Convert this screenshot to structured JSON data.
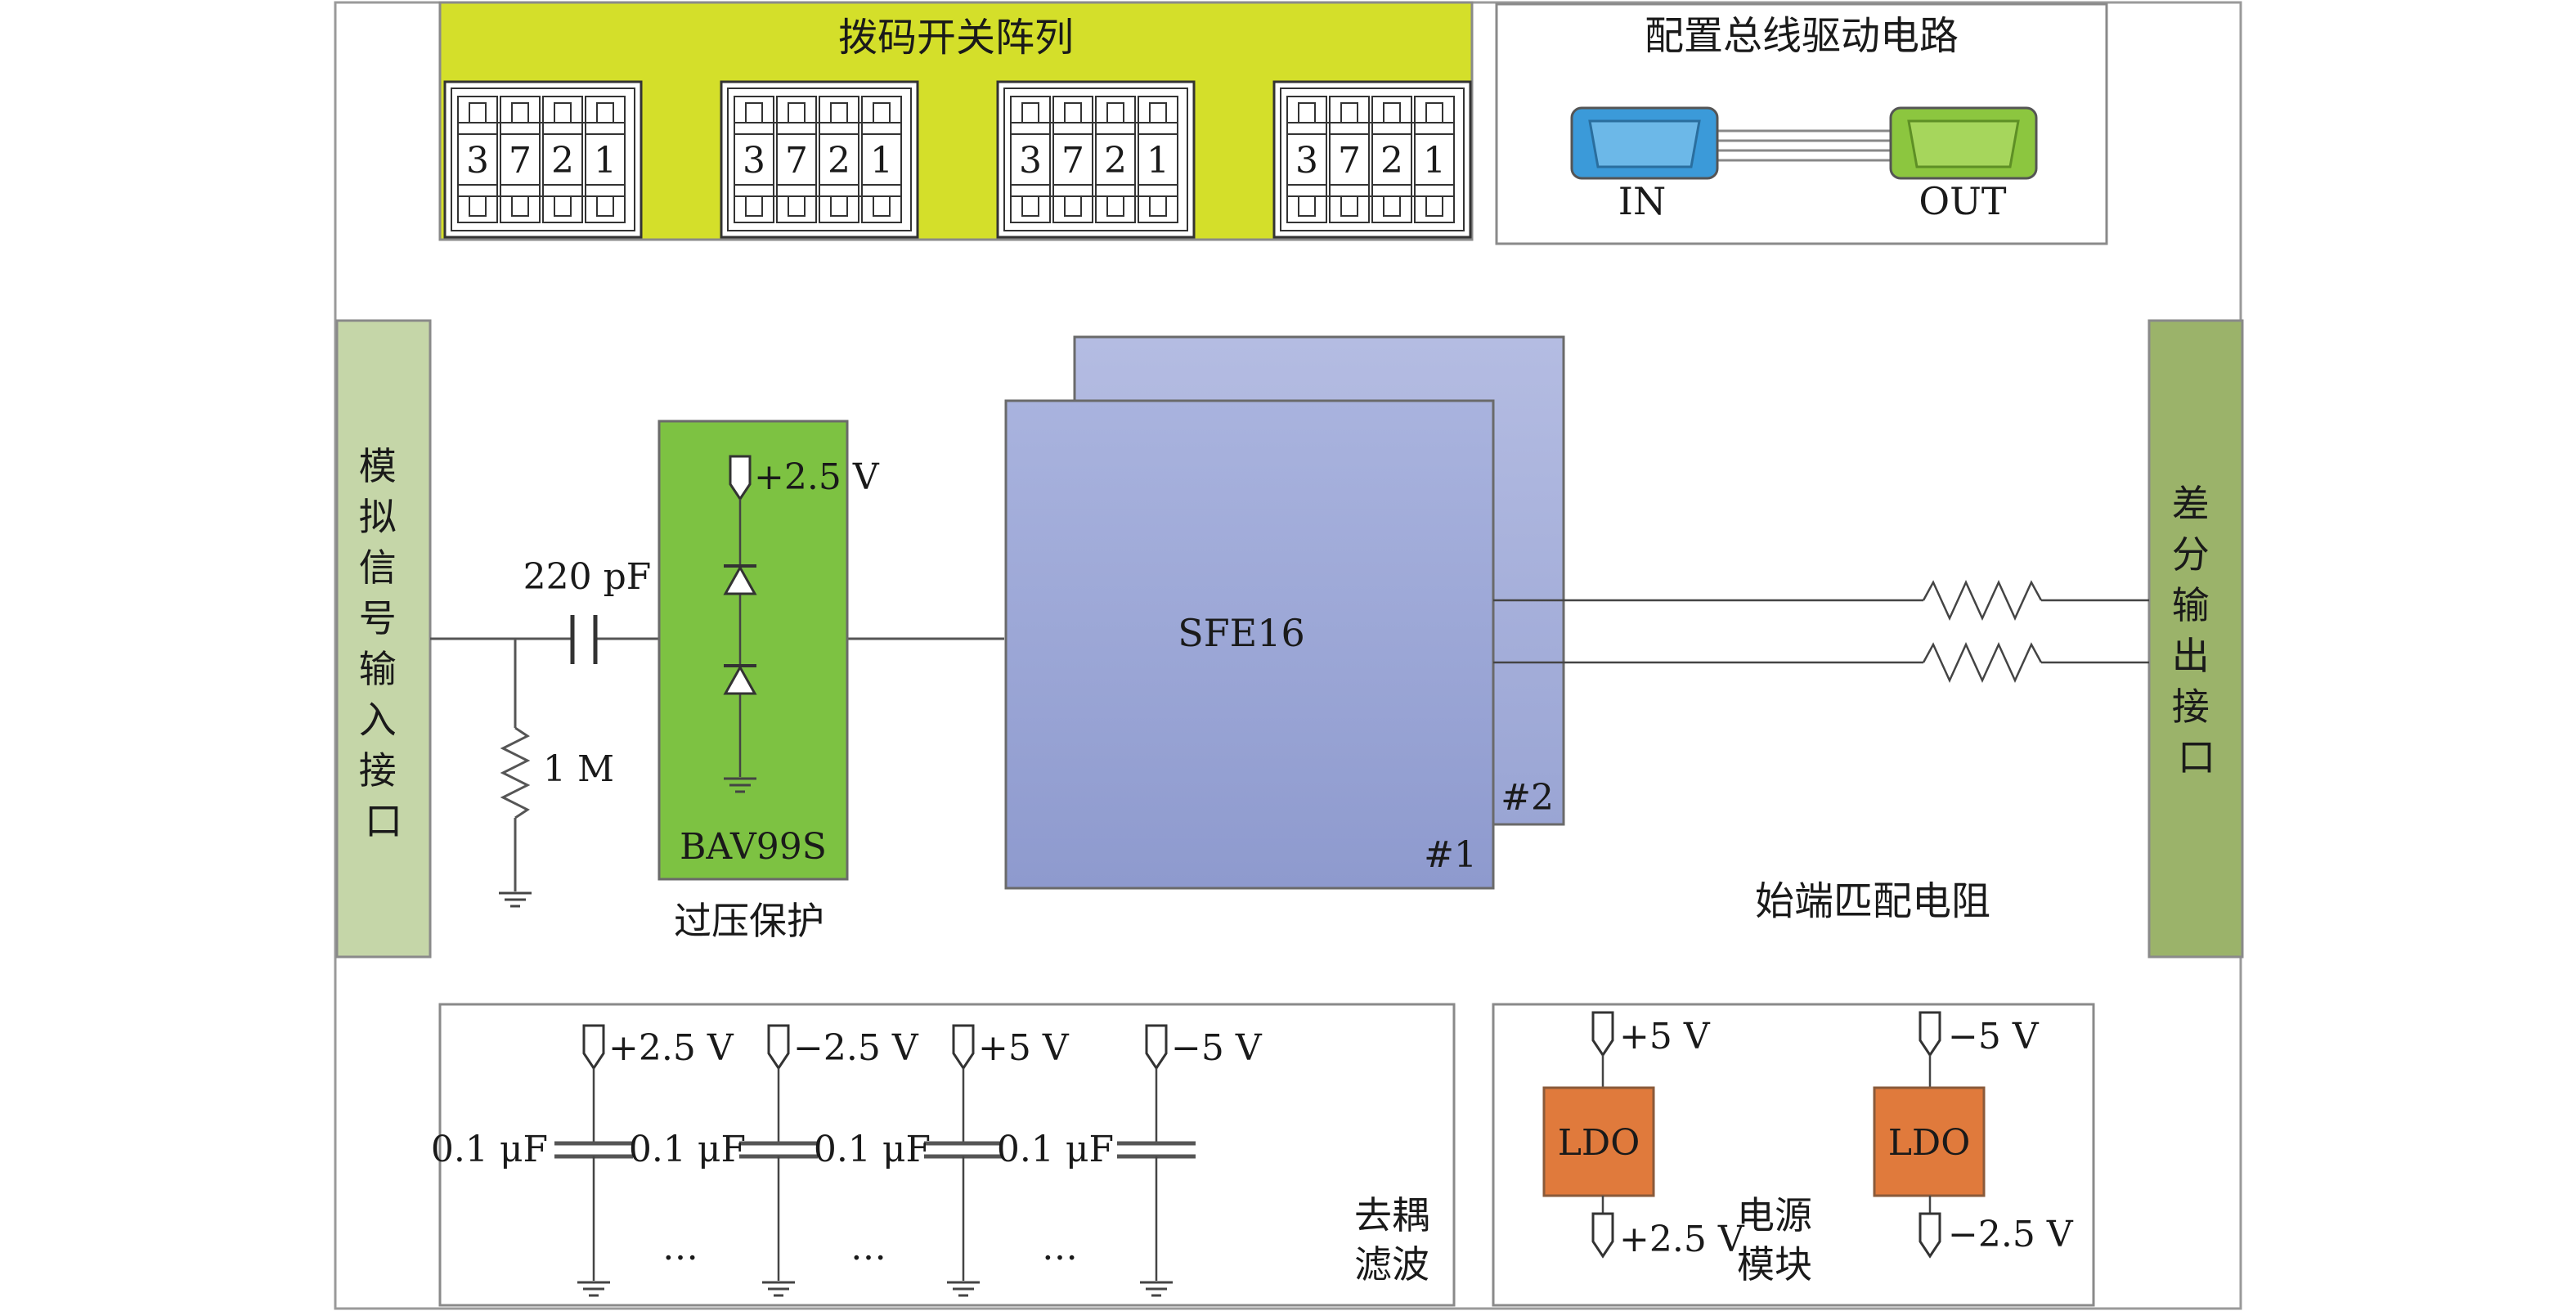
{
  "dip_switch": {
    "title": "拨码开关阵列",
    "digits": [
      "3",
      "7",
      "2",
      "1"
    ],
    "count": 4
  },
  "bus": {
    "title": "配置总线驱动电路",
    "in_label": "IN",
    "out_label": "OUT"
  },
  "analog_input": {
    "label": "模拟信号输入接口"
  },
  "diff_output": {
    "label": "差分输出接口"
  },
  "input_network": {
    "capacitor": "220 pF",
    "resistor": "1 M"
  },
  "protection": {
    "supply": "+2.5 V",
    "device": "BAV99S",
    "caption": "过压保护"
  },
  "chip": {
    "name": "SFE16",
    "front_tag": "#1",
    "back_tag": "#2"
  },
  "termination": {
    "caption": "始端匹配电阻"
  },
  "decoupling": {
    "caption_line1": "去耦",
    "caption_line2": "滤波",
    "rails": [
      "+2.5 V",
      "−2.5 V",
      "+5 V",
      "−5 V"
    ],
    "caps": [
      "0.1 μF",
      "0.1 μF",
      "0.1 μF",
      "0.1 μF"
    ],
    "ellipsis": "…"
  },
  "power": {
    "caption_line1": "电源",
    "caption_line2": "模块",
    "ldo_label": "LDO",
    "ldo1_in": "+5 V",
    "ldo1_out": "+2.5 V",
    "ldo2_in": "−5 V",
    "ldo2_out": "−2.5 V"
  },
  "colors": {
    "dip_bar": "#d4df2a",
    "protection_green": "#7dc242",
    "chip_front": "#9aa6d6",
    "chip_back": "#aab3dc",
    "input_bar": "#c5d6a8",
    "output_bar": "#9bb36a",
    "ldo_orange": "#e07a3c",
    "connector_blue": "#3b9ad9",
    "connector_green": "#8cc63f"
  }
}
